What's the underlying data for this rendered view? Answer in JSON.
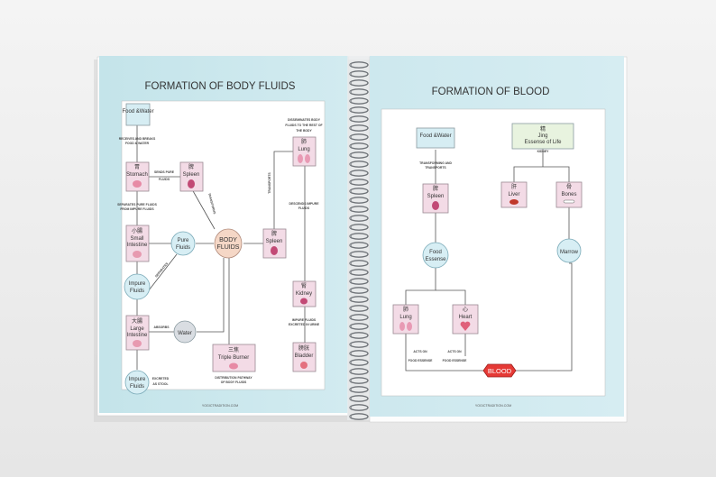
{
  "left": {
    "title": "FORMATION OF BODY FLUIDS",
    "footer": "YOGICTRADITION.COM",
    "nodes": {
      "food_water": "Food &Water",
      "stomach_han": "胃",
      "stomach": "Stomach",
      "spleen_top_han": "脾",
      "spleen_top": "Spleen",
      "small_int_han": "小腸",
      "small_int_1": "Small",
      "small_int_2": "Intestine",
      "pure_fluids_1": "Pure",
      "pure_fluids_2": "Fluids",
      "impure_1": "Impure",
      "impure_2": "Fluids",
      "large_int_han": "大腸",
      "large_int_1": "Large",
      "large_int_2": "Intestine",
      "water": "Water",
      "impure_bottom_1": "Impure",
      "impure_bottom_2": "Fluids",
      "body_fluids_1": "BODY",
      "body_fluids_2": "FLUIDS",
      "triple_han": "三焦",
      "triple": "Triple Burner",
      "spleen_mid_han": "脾",
      "spleen_mid": "Spleen",
      "lung_han": "肺",
      "lung": "Lung",
      "kidney_han": "腎",
      "kidney": "Kidney",
      "bladder_han": "膀胱",
      "bladder": "Bladder"
    },
    "labels": {
      "receives": [
        "RECEIVES AND BREAKS",
        "FOOD & WATER"
      ],
      "sends_pure": [
        "SENDS PURE",
        "FLUIDS"
      ],
      "separates": [
        "SEPARATES PURE FLUIDS",
        "FROM IMPURE FLUIDS"
      ],
      "transforms": "TRANSFORMS",
      "separates_diag": "SEPARATES",
      "absorbs": "ABSORBS",
      "excreted": [
        "EXCRETED",
        "AS STOOL"
      ],
      "distribution": [
        "DISTRIBUTION PATHWAY",
        "OF BODY FLUIDS"
      ],
      "transports": "TRANSPORTS",
      "disseminates": [
        "DISSEMINATES BODY",
        "FLUIDS TO THE REST OF",
        "THE BODY"
      ],
      "descends": [
        "DESCENDS IMPURE",
        "FLUIDS"
      ],
      "impure_excreted": [
        "IMPURE FLUIDS",
        "EXCRETED IN URINE"
      ]
    }
  },
  "right": {
    "title": "FORMATION OF BLOOD",
    "footer": "YOGICTRADITION.COM",
    "nodes": {
      "food_water": "Food &Water",
      "jing_han": "精",
      "jing_1": "Jing",
      "jing_2": "Essense of Life",
      "kidney_small": "KIDNEY",
      "spleen_han": "脾",
      "spleen": "Spleen",
      "liver_han": "肝",
      "liver": "Liver",
      "bones_han": "骨",
      "bones": "Bones",
      "food_essense_1": "Food",
      "food_essense_2": "Essense",
      "marrow": "Marrow",
      "lung_han": "肺",
      "lung": "Lung",
      "heart_han": "心",
      "heart": "Heart",
      "blood": "BLOOD"
    },
    "labels": {
      "transforming": [
        "TRANSFORMING AND",
        "TRANSPORTS"
      ],
      "acts_on_1": [
        "ACTS ON",
        "FOOD ESSENSE"
      ],
      "acts_on_2": [
        "ACTS ON",
        "FOOD ESSENSE"
      ]
    }
  }
}
